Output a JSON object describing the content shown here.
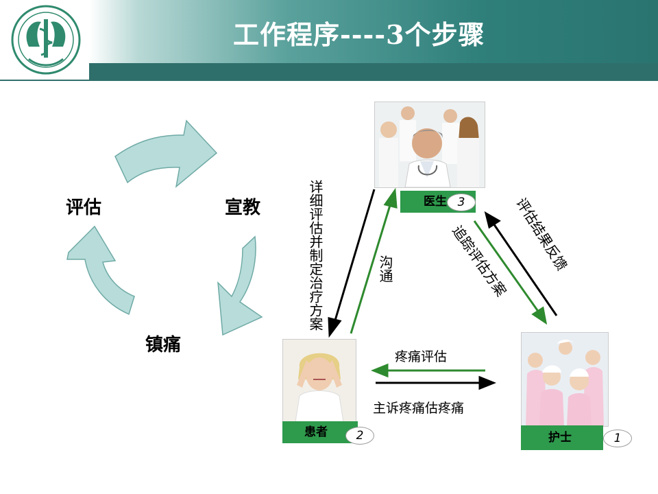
{
  "header": {
    "title": "工作程序----3个步骤"
  },
  "cycle": {
    "labels": {
      "assess": "评估",
      "educate": "宣教",
      "relieve": "镇痛"
    }
  },
  "roles": {
    "doctor": {
      "label": "医生",
      "num": "3"
    },
    "patient": {
      "label": "患者",
      "num": "2"
    },
    "nurse": {
      "label": "护士",
      "num": "1"
    }
  },
  "flows": {
    "doctor_to_patient": "详细评估并制定治疗方案",
    "patient_to_doctor": "沟通",
    "doctor_to_nurse": "追踪评估方案",
    "nurse_to_doctor": "评估结果反馈",
    "nurse_to_patient": "疼痛评估",
    "patient_to_nurse": "主诉疼痛估疼痛"
  },
  "colors": {
    "teal": "#2f7f7b",
    "green": "#2e9a4c",
    "arrow_fill": "#b7dcd9",
    "arrow_stroke": "#6faaa6"
  }
}
